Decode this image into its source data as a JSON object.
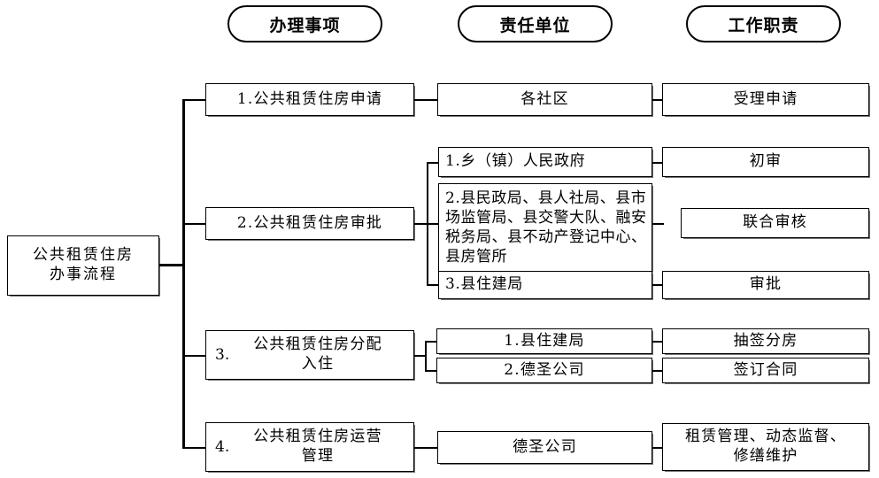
{
  "headers": [
    {
      "label": "办理事项",
      "name": "header-process-item"
    },
    {
      "label": "责任单位",
      "name": "header-responsible-unit"
    },
    {
      "label": "工作职责",
      "name": "header-work-duty"
    }
  ],
  "root": {
    "line1": "公共租赁住房",
    "line2": "办事流程"
  },
  "rows": [
    {
      "step_num": "1.",
      "step_label": "公共租赁住房申请",
      "units": [
        {
          "text": "各社区"
        }
      ],
      "duties": [
        {
          "text": "受理申请"
        }
      ]
    },
    {
      "step_num": "2.",
      "step_label": "公共租赁住房审批",
      "units": [
        {
          "text": "1.乡（镇）人民政府"
        },
        {
          "text": "2.县民政局、县人社局、县市场监管局、县交警大队、融安税务局、县不动产登记中心、县房管所"
        },
        {
          "text": "3.县住建局"
        }
      ],
      "duties": [
        {
          "text": "初审"
        },
        {
          "text": "联合审核"
        },
        {
          "text": "审批"
        }
      ]
    },
    {
      "step_num": "3.",
      "step_label_line1": "公共租赁住房分配",
      "step_label_line2": "入住",
      "units": [
        {
          "text": "1.县住建局"
        },
        {
          "text": "2.德圣公司"
        }
      ],
      "duties": [
        {
          "text": "抽签分房"
        },
        {
          "text": "签订合同"
        }
      ]
    },
    {
      "step_num": "4.",
      "step_label_line1": "公共租赁住房运营",
      "step_label_line2": "管理",
      "units": [
        {
          "text": "德圣公司"
        }
      ],
      "duties": [
        {
          "text": "租赁管理、动态监督、",
          "text2": "修缮维护"
        }
      ]
    }
  ],
  "colors": {
    "line": "#000000",
    "background": "#ffffff",
    "box_border": "#000000"
  }
}
